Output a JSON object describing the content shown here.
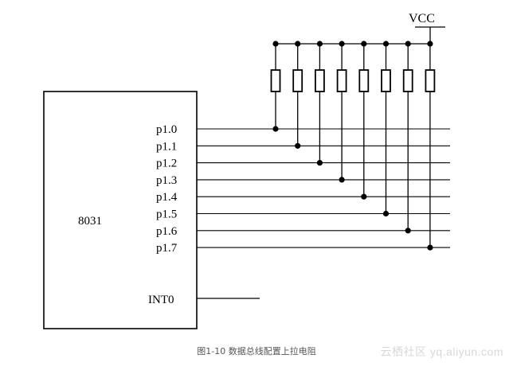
{
  "diagram": {
    "chip_label": "8031",
    "vcc_label": "VCC",
    "pins": [
      "p1.0",
      "p1.1",
      "p1.2",
      "p1.3",
      "p1.4",
      "p1.5",
      "p1.6",
      "p1.7"
    ],
    "interrupt_pin": "INT0"
  },
  "caption": "图1-10 数据总线配置上拉电阻",
  "watermark": "云栖社区 yq.aliyun.com"
}
